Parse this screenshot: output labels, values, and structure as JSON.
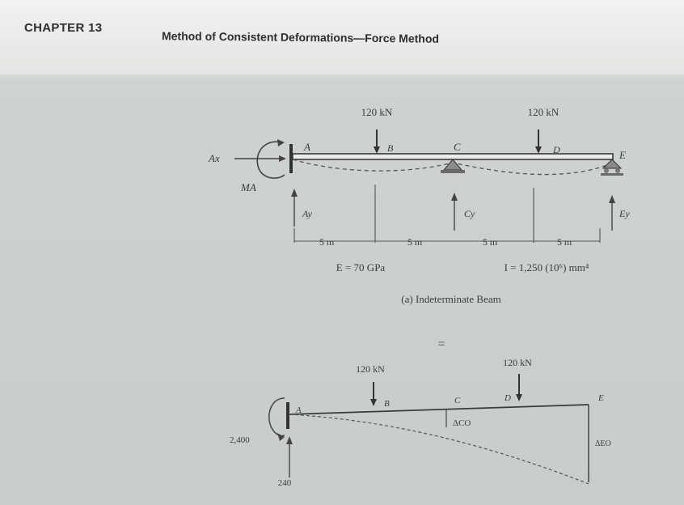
{
  "header": {
    "chapter": "CHAPTER 13",
    "title": "Method of Consistent Deformations—Force Method"
  },
  "figure_a": {
    "loads": [
      "120 kN",
      "120 kN"
    ],
    "points": {
      "a": "A",
      "b": "B",
      "c": "C",
      "d": "D",
      "e": "E"
    },
    "reactions": {
      "ax": "Ax",
      "ma": "MA",
      "ay": "Ay",
      "cy": "Cy",
      "ey": "Ey"
    },
    "spans": [
      "5 m",
      "5 m",
      "5 m",
      "5 m"
    ],
    "modulus": "E = 70 GPa",
    "inertia": "I = 1,250 (10⁶) mm⁴",
    "caption": "(a) Indeterminate Beam"
  },
  "equals": "=",
  "figure_b": {
    "loads": [
      "120 kN",
      "120 kN"
    ],
    "points": {
      "a": "A",
      "b": "B",
      "c": "C",
      "d": "D",
      "e": "E"
    },
    "moment_value": "2,400",
    "vertical_reaction": "240",
    "deflection_c": "ΔCO",
    "deflection_e": "ΔEO"
  }
}
